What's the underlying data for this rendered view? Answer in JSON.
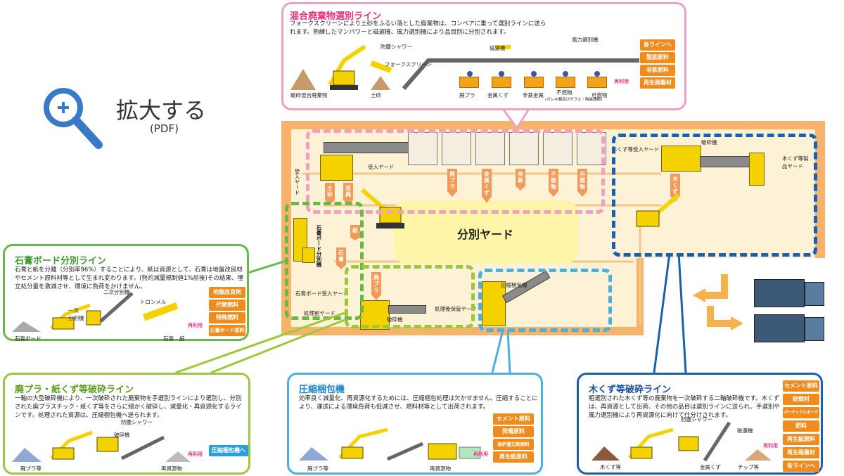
{
  "zoom": {
    "label": "拡大する",
    "sub": "(PDF)"
  },
  "mixed_line": {
    "title": "混合廃棄物選別ライン",
    "desc": "フォークスクリーンにより土砂をふるい落とした廃棄物は、コンベアに乗って選別ラインに送られます。熟練したマンパワーと磁選機、風力選別機により品目別に分別されます。",
    "labels": {
      "shower": "防塵シャワー",
      "fork": "フォークスクリーン",
      "magnet": "磁選機",
      "wind": "風力選別機",
      "input": "破砕混合廃棄物",
      "soil": "土砂",
      "plastic": "廃プラ",
      "metal": "金属くず",
      "nonferrous": "非鉄金属",
      "unburn": "不燃物",
      "unburn_note": "(ガレキ類及びガラス・陶磁器類)",
      "burn": "可燃物",
      "reuse": "再利用"
    },
    "tags": [
      "各ラインへ",
      "製鉄原料",
      "非鉄原料",
      "再生路盤材"
    ],
    "colors": {
      "border": "#f0a0c4",
      "title": "#e8307a"
    }
  },
  "gypsum_line": {
    "title": "石膏ボード分別ライン",
    "desc": "石膏と紙を分離（分別率96%）することにより、紙は資源として、石膏は地盤改良材やセメント原料材等として生まれ変わります。(熱灼減量規制値1%前後)その結果、埋立処分量を激減させ、環境に負荷をかけません。",
    "labels": {
      "secondary": "二次分別機",
      "primary": "一次\n分別機",
      "trommel": "トロンメル",
      "input": "石膏ボード",
      "gypsum": "石膏",
      "paper": "紙",
      "reuse": "再利用"
    },
    "tags": [
      "地盤改良剤",
      "代替燃料",
      "特殊燃料",
      "石膏ボード原料"
    ],
    "colors": {
      "border": "#6ab84a",
      "title": "#3d9a2e"
    }
  },
  "plastic_line": {
    "title": "廃プラ・紙くず等破砕ライン",
    "desc": "一軸の大型破砕機により、一次破砕された廃棄物を手選別ラインにより選別し、分別された廃プラスチック・紙くず等をさらに細かく破砕し、減量化・再資源化するラインです。処理された資源は、圧縮梱包機へ送られます。",
    "labels": {
      "shower": "防塵シャワー",
      "crusher": "破砕機",
      "input": "廃プラ等",
      "output": "再資源物",
      "reuse": "再利用"
    },
    "tags": [
      "圧縮梱包機へ"
    ],
    "colors": {
      "border": "#9cc93a",
      "title": "#5b9d1e",
      "tag": "#2a9fe0"
    }
  },
  "baler_line": {
    "title": "圧縮梱包機",
    "desc": "効率良く減量化、再資源化するためには、圧縮梱包処理は欠かせません。圧縮することにより、運送による環境負荷も低減させ、燃料材等として出荷されます。",
    "labels": {
      "input": "廃プラ等",
      "output": "再資源物",
      "reuse": "再利用"
    },
    "tags": [
      "セメント原料",
      "発電原料",
      "高炉還元剤原料",
      "再生紙原料"
    ],
    "colors": {
      "border": "#4ab0e0",
      "title": "#1f84c8"
    }
  },
  "wood_line": {
    "title": "木くず等破砕ライン",
    "desc": "粗選別された木くず等の廃棄物を一次破砕する二軸破砕機です。木くずは、再資源として出荷、その他の品目は選別ラインに送られ、手選別や風力選別機により再資源化に向けて仕分けされます。",
    "labels": {
      "shower": "防塵シャワー",
      "magnet": "磁選機",
      "input": "木くず等",
      "metal": "金属くず",
      "chip": "チップ等",
      "reuse": "再利用"
    },
    "tags": [
      "セメント原料",
      "助燃材",
      "パーティクルボード原料",
      "肥料",
      "再生紙原料",
      "再生路盤材",
      "各ラインへ"
    ],
    "colors": {
      "border": "#1a5fb0",
      "title": "#1a4f9a"
    }
  },
  "plant": {
    "sort_yard": "分別ヤード",
    "receive_yard": "受入ヤード",
    "receive_yard_v": "受入ヤード",
    "gypsum_machine": "石膏ボード分別機",
    "gypsum_yard": "石膏ボード受入ヤード",
    "before_yard": "処理前ヤード",
    "crusher": "破砕機",
    "after_yard": "処理後保管ヤード",
    "baler": "圧縮梱包機",
    "wood_yard": "木くず等受入ヤード",
    "wood_crusher": "破砕機",
    "wood_product": "木くず等製品ヤード",
    "chutes": [
      "廃プラ",
      "金属くず",
      "非鉄",
      "不燃物",
      "可燃物"
    ],
    "left_arrows": [
      "土砂",
      "混廃"
    ],
    "gypsum_arrows": [
      "紙",
      "石膏"
    ],
    "plastic_arrow": "廃プラ",
    "wood_arrow": "木くず"
  }
}
